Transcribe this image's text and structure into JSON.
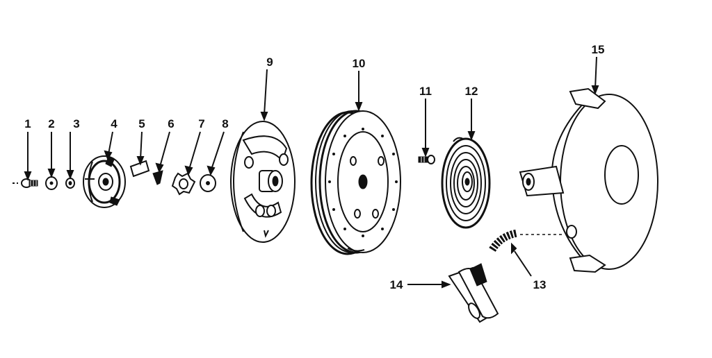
{
  "diagram": {
    "parts": [
      {
        "id": "1",
        "label": "1",
        "shape": "screw"
      },
      {
        "id": "2",
        "label": "2",
        "shape": "washer"
      },
      {
        "id": "3",
        "label": "3",
        "shape": "washer"
      },
      {
        "id": "4",
        "label": "4",
        "shape": "pawl-retainer"
      },
      {
        "id": "5",
        "label": "5",
        "shape": "friction-plate"
      },
      {
        "id": "6",
        "label": "6",
        "shape": "spring"
      },
      {
        "id": "7",
        "label": "7",
        "shape": "brake"
      },
      {
        "id": "8",
        "label": "8",
        "shape": "washer"
      },
      {
        "id": "9",
        "label": "9",
        "shape": "pulley-plate"
      },
      {
        "id": "10",
        "label": "10",
        "shape": "rope-pulley"
      },
      {
        "id": "11",
        "label": "11",
        "shape": "screw"
      },
      {
        "id": "12",
        "label": "12",
        "shape": "recoil-spring"
      },
      {
        "id": "13",
        "label": "13",
        "shape": "rope"
      },
      {
        "id": "14",
        "label": "14",
        "shape": "handle"
      },
      {
        "id": "15",
        "label": "15",
        "shape": "starter-housing"
      }
    ],
    "colors": {
      "ink": "#111111",
      "paper": "#ffffff"
    }
  }
}
